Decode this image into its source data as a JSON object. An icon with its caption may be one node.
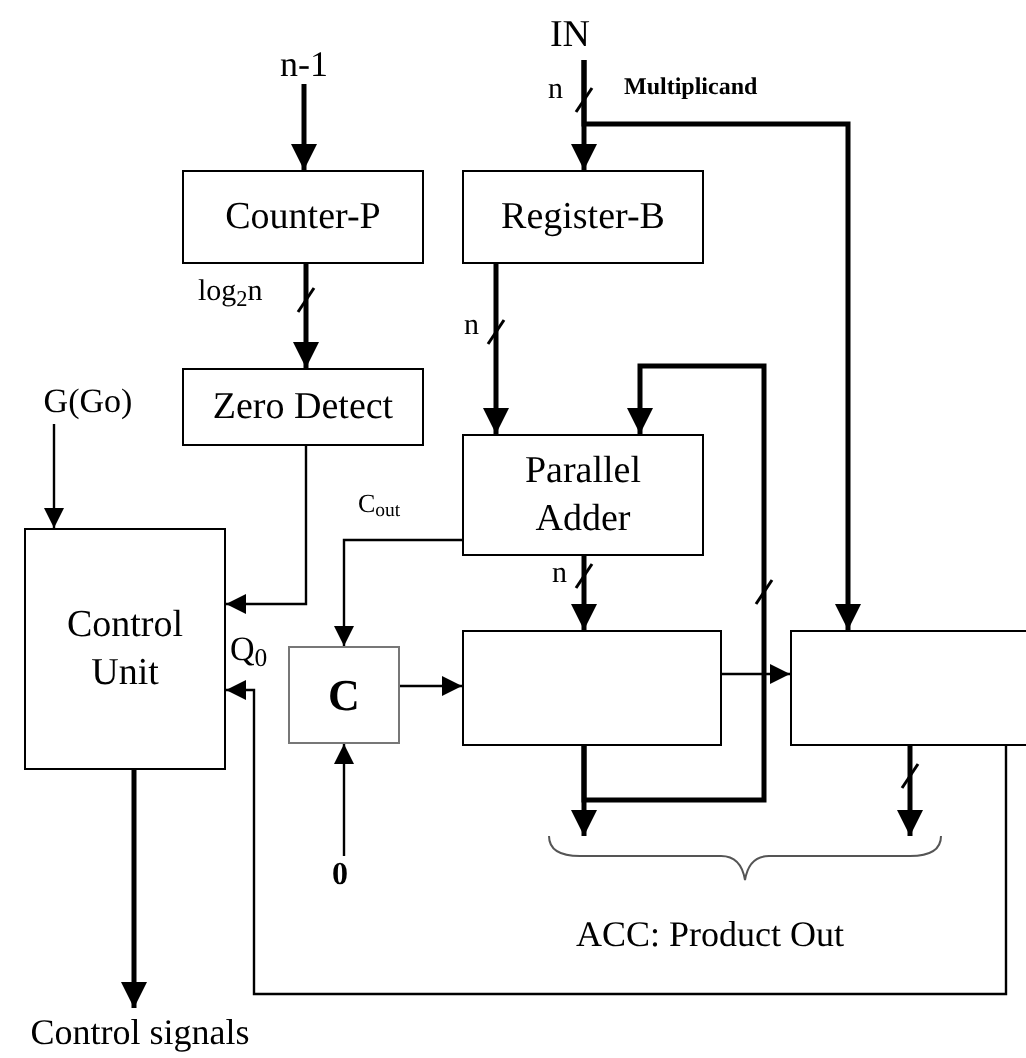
{
  "diagram": {
    "nodes": [
      {
        "text": [
          "n-1"
        ]
      },
      {
        "text": [
          "IN"
        ]
      },
      {
        "text": [
          "Counter-P"
        ]
      },
      {
        "text": [
          "Register-B"
        ]
      },
      {
        "text": [
          "Zero Detect"
        ]
      },
      {
        "text": [
          "G(Go)"
        ]
      },
      {
        "text": [
          "Parallel Adder"
        ]
      },
      {
        "text": [
          "Control Unit"
        ]
      },
      {
        "text": [
          "C"
        ]
      },
      {
        "text": [],
        "shape": "box"
      },
      {
        "text": [],
        "shape": "box"
      },
      {
        "text": [
          "0"
        ]
      },
      {
        "text": [
          "Control signals"
        ]
      },
      {
        "text": [],
        "shape": "brace",
        "beside": [
          "ACC: Product Out"
        ]
      }
    ],
    "edges": [
      {
        "from": 0,
        "to": 2,
        "arrow": "to"
      },
      {
        "from": 1,
        "to": 3,
        "arrow": "to",
        "label": "n"
      },
      {
        "from": 1,
        "to": 10,
        "arrow": "to",
        "label": "Multiplicand"
      },
      {
        "from": 2,
        "to": 4,
        "arrow": "to",
        "label": "log$_{2}$n"
      },
      {
        "from": 3,
        "to": 6,
        "arrow": "to",
        "label": "n"
      },
      {
        "from": 4,
        "to": 7,
        "arrow": "to"
      },
      {
        "from": 5,
        "to": 7,
        "arrow": "to"
      },
      {
        "from": 6,
        "to": 8,
        "arrow": "to",
        "label": "C$_{out}$"
      },
      {
        "from": 6,
        "to": 9,
        "arrow": "to",
        "label": "n"
      },
      {
        "from": 8,
        "to": 9,
        "arrow": "to"
      },
      {
        "from": 11,
        "to": 8,
        "arrow": "to"
      },
      {
        "from": 9,
        "to": 10,
        "arrow": "to"
      },
      {
        "from": 9,
        "to": 6,
        "arrow": "to"
      },
      {
        "from": 9,
        "to": 13,
        "arrow": "to"
      },
      {
        "from": 10,
        "to": 13,
        "arrow": "to"
      },
      {
        "from": 10,
        "to": 7,
        "arrow": "to",
        "label": "Q$_{0}$"
      },
      {
        "from": 7,
        "to": 12,
        "arrow": "to"
      }
    ]
  }
}
